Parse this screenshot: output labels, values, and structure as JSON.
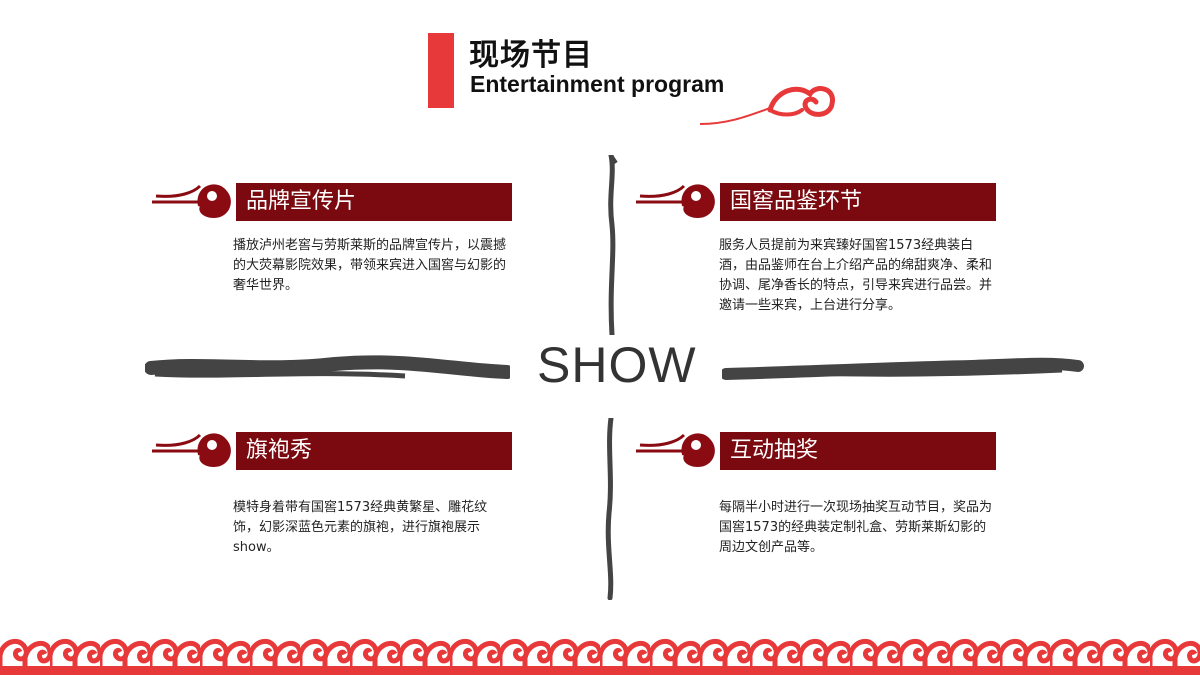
{
  "header": {
    "title": "现场节目",
    "subtitle": "Entertainment program"
  },
  "center": {
    "label": "SHOW"
  },
  "sections": [
    {
      "title": "品牌宣传片",
      "body": "播放泸州老窖与劳斯莱斯的品牌宣传片，以震撼的大荧幕影院效果，带领来宾进入国窖与幻影的奢华世界。"
    },
    {
      "title": "国窖品鉴环节",
      "body": "服务人员提前为来宾臻好国窖1573经典装白酒，由品鉴师在台上介绍产品的绵甜爽净、柔和协调、尾净香长的特点，引导来宾进行品尝。并邀请一些来宾，上台进行分享。"
    },
    {
      "title": "旗袍秀",
      "body": "模特身着带有国窖1573经典黄繁星、雕花纹饰，幻影深蓝色元素的旗袍，进行旗袍展示show。"
    },
    {
      "title": "互动抽奖",
      "body": "每隔半小时进行一次现场抽奖互动节目，奖品为国窖1573的经典装定制礼盒、劳斯莱斯幻影的周边文创产品等。"
    }
  ],
  "colors": {
    "accent_red": "#e8393a",
    "dark_red": "#7a0a0f",
    "ink": "#333333"
  }
}
